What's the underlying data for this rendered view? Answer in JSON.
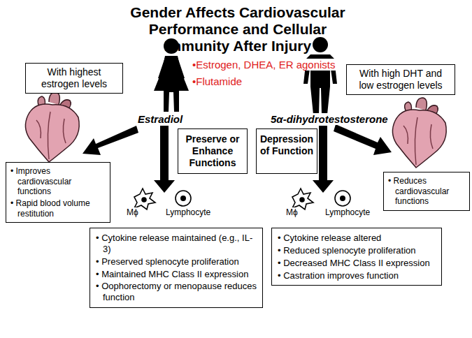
{
  "diagram": {
    "title": "Gender Affects Cardiovascular Performance and Cellular Immunity After Injury",
    "nodes": [
      {
        "text": [
          "With highest estrogen levels"
        ]
      },
      {
        "text": [
          "With high DHT and low estrogen levels"
        ]
      },
      {
        "text": [
          "Preserve or Enhance Functions"
        ]
      },
      {
        "text": [
          "Depression of Function"
        ]
      },
      {
        "text": [
          "• Improves cardiovascular functions",
          "• Rapid blood volume restitution"
        ]
      },
      {
        "text": [
          "• Reduces cardiovascular functions"
        ]
      },
      {
        "text": [
          "• Cytokine release maintained (e.g., IL-3)",
          "• Preserved splenocyte proliferation",
          "• Maintained MHC Class II expression",
          "• Oophorectomy or menopause reduces function"
        ]
      },
      {
        "text": [
          "• Cytokine release altered",
          "• Reduced splenocyte proliferation",
          "• Decreased MHC Class II expression",
          "• Castration improves function"
        ]
      }
    ],
    "labels": [
      "•Estrogen, DHEA, ER agonists",
      "•Flutamide",
      "Estradiol",
      "5α-dihydrotestosterone",
      "Mϕ",
      "Lymphocyte",
      "Mϕ",
      "Lymphocyte"
    ]
  }
}
